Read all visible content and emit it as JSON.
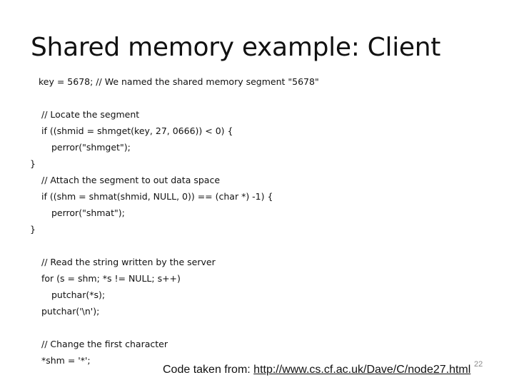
{
  "slide": {
    "title": "Shared memory example: Client",
    "lines": [
      "key = 5678; // We named the shared memory segment \"5678\"",
      "// Locate the segment",
      "if ((shmid = shmget(key, 27, 0666)) < 0) {",
      "perror(\"shmget\");",
      "}",
      "// Attach the segment to out data space",
      "if ((shm = shmat(shmid, NULL, 0)) == (char *) -1) {",
      "perror(\"shmat\");",
      "}",
      "// Read the string written by the server",
      "for (s = shm; *s != NULL; s++)",
      "putchar(*s);",
      "putchar('\\n');",
      "// Change the first character",
      "*shm = '*';"
    ],
    "credit_prefix": "Code taken from: ",
    "credit_link": "http://www.cs.cf.ac.uk/Dave/C/node27.html",
    "slide_number": "22"
  }
}
